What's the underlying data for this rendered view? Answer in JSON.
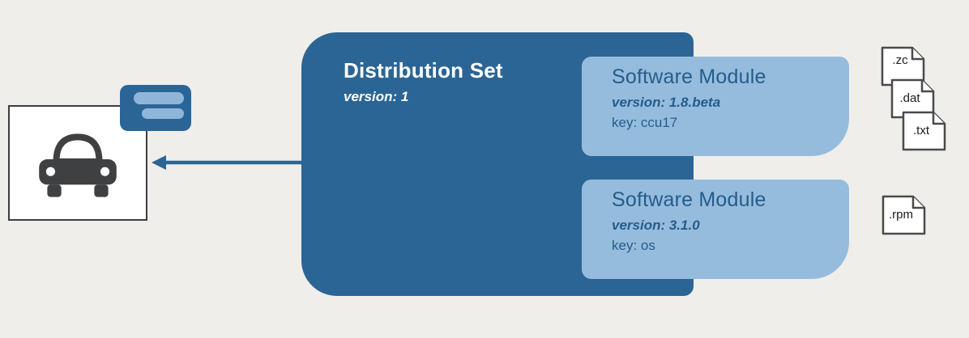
{
  "colors": {
    "background": "#f0eeea",
    "primary_dark_blue": "#2b6595",
    "module_light_blue": "#96bcdd",
    "module_text_blue": "#255c8a",
    "icon_gray": "#3e4041"
  },
  "distribution_set": {
    "title": "Distribution Set",
    "version": "version: 1"
  },
  "software_modules": [
    {
      "title": "Software Module",
      "version": "version: 1.8.beta",
      "key": "key: ccu17",
      "files": [
        ".zc",
        ".dat",
        ".txt"
      ]
    },
    {
      "title": "Software Module",
      "version": "version: 3.1.0",
      "key": "key: os",
      "files": [
        ".rpm"
      ]
    }
  ]
}
